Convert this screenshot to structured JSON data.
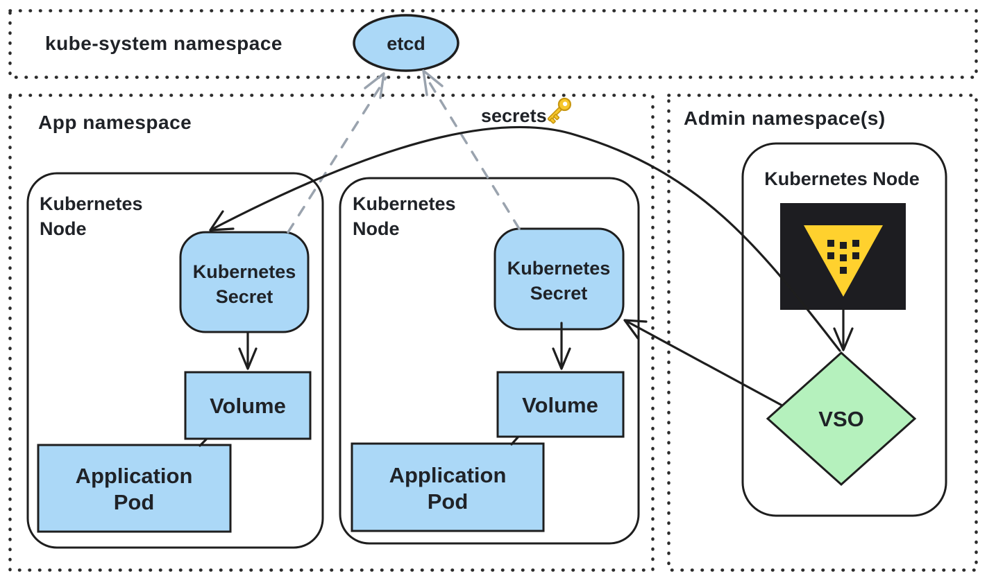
{
  "namespaces": {
    "kube_system": {
      "label": "kube-system namespace"
    },
    "app": {
      "label": "App namespace"
    },
    "admin": {
      "label": "Admin namespace(s)"
    }
  },
  "nodes": {
    "app_node_1": {
      "title": "Kubernetes\nNode"
    },
    "app_node_2": {
      "title": "Kubernetes\nNode"
    },
    "admin_node": {
      "title": "Kubernetes Node"
    }
  },
  "components": {
    "etcd": {
      "label": "etcd"
    },
    "secret_1": {
      "label": "Kubernetes\nSecret"
    },
    "secret_2": {
      "label": "Kubernetes\nSecret"
    },
    "volume_1": {
      "label": "Volume"
    },
    "volume_2": {
      "label": "Volume"
    },
    "pod_1": {
      "label": "Application\nPod"
    },
    "pod_2": {
      "label": "Application\nPod"
    },
    "vault": {
      "icon": "vault-logo"
    },
    "vso": {
      "label": "VSO"
    }
  },
  "annotations": {
    "secrets_flow": {
      "label": "secrets",
      "icon": "key-icon"
    }
  },
  "edges": [
    {
      "from": "vso",
      "to": "secret_1",
      "style": "solid-curve",
      "label": "secrets"
    },
    {
      "from": "vso",
      "to": "secret_2",
      "style": "solid"
    },
    {
      "from": "vault",
      "to": "vso",
      "style": "solid"
    },
    {
      "from": "secret_1",
      "to": "etcd",
      "style": "dashed"
    },
    {
      "from": "secret_2",
      "to": "etcd",
      "style": "dashed"
    },
    {
      "from": "secret_1",
      "to": "volume_1",
      "style": "solid-arrow"
    },
    {
      "from": "secret_2",
      "to": "volume_2",
      "style": "solid-arrow"
    },
    {
      "from": "volume_1",
      "to": "pod_1",
      "style": "solid-link"
    },
    {
      "from": "volume_2",
      "to": "pod_2",
      "style": "solid-link"
    }
  ],
  "colors": {
    "background": "#ffffff",
    "stroke_dark": "#1e1e1e",
    "box_blue": "#abd8f7",
    "vso_green": "#b5f1bd",
    "vault_yellow": "#ffd12e",
    "vault_black": "#1d1d21",
    "namespace_label_gray": "#8a95a3",
    "dashed_gray": "#9aa3ae",
    "dotted_border": "#2b2b2b",
    "key_gold": "#f7c72c",
    "key_gold_dark": "#c7960e"
  }
}
